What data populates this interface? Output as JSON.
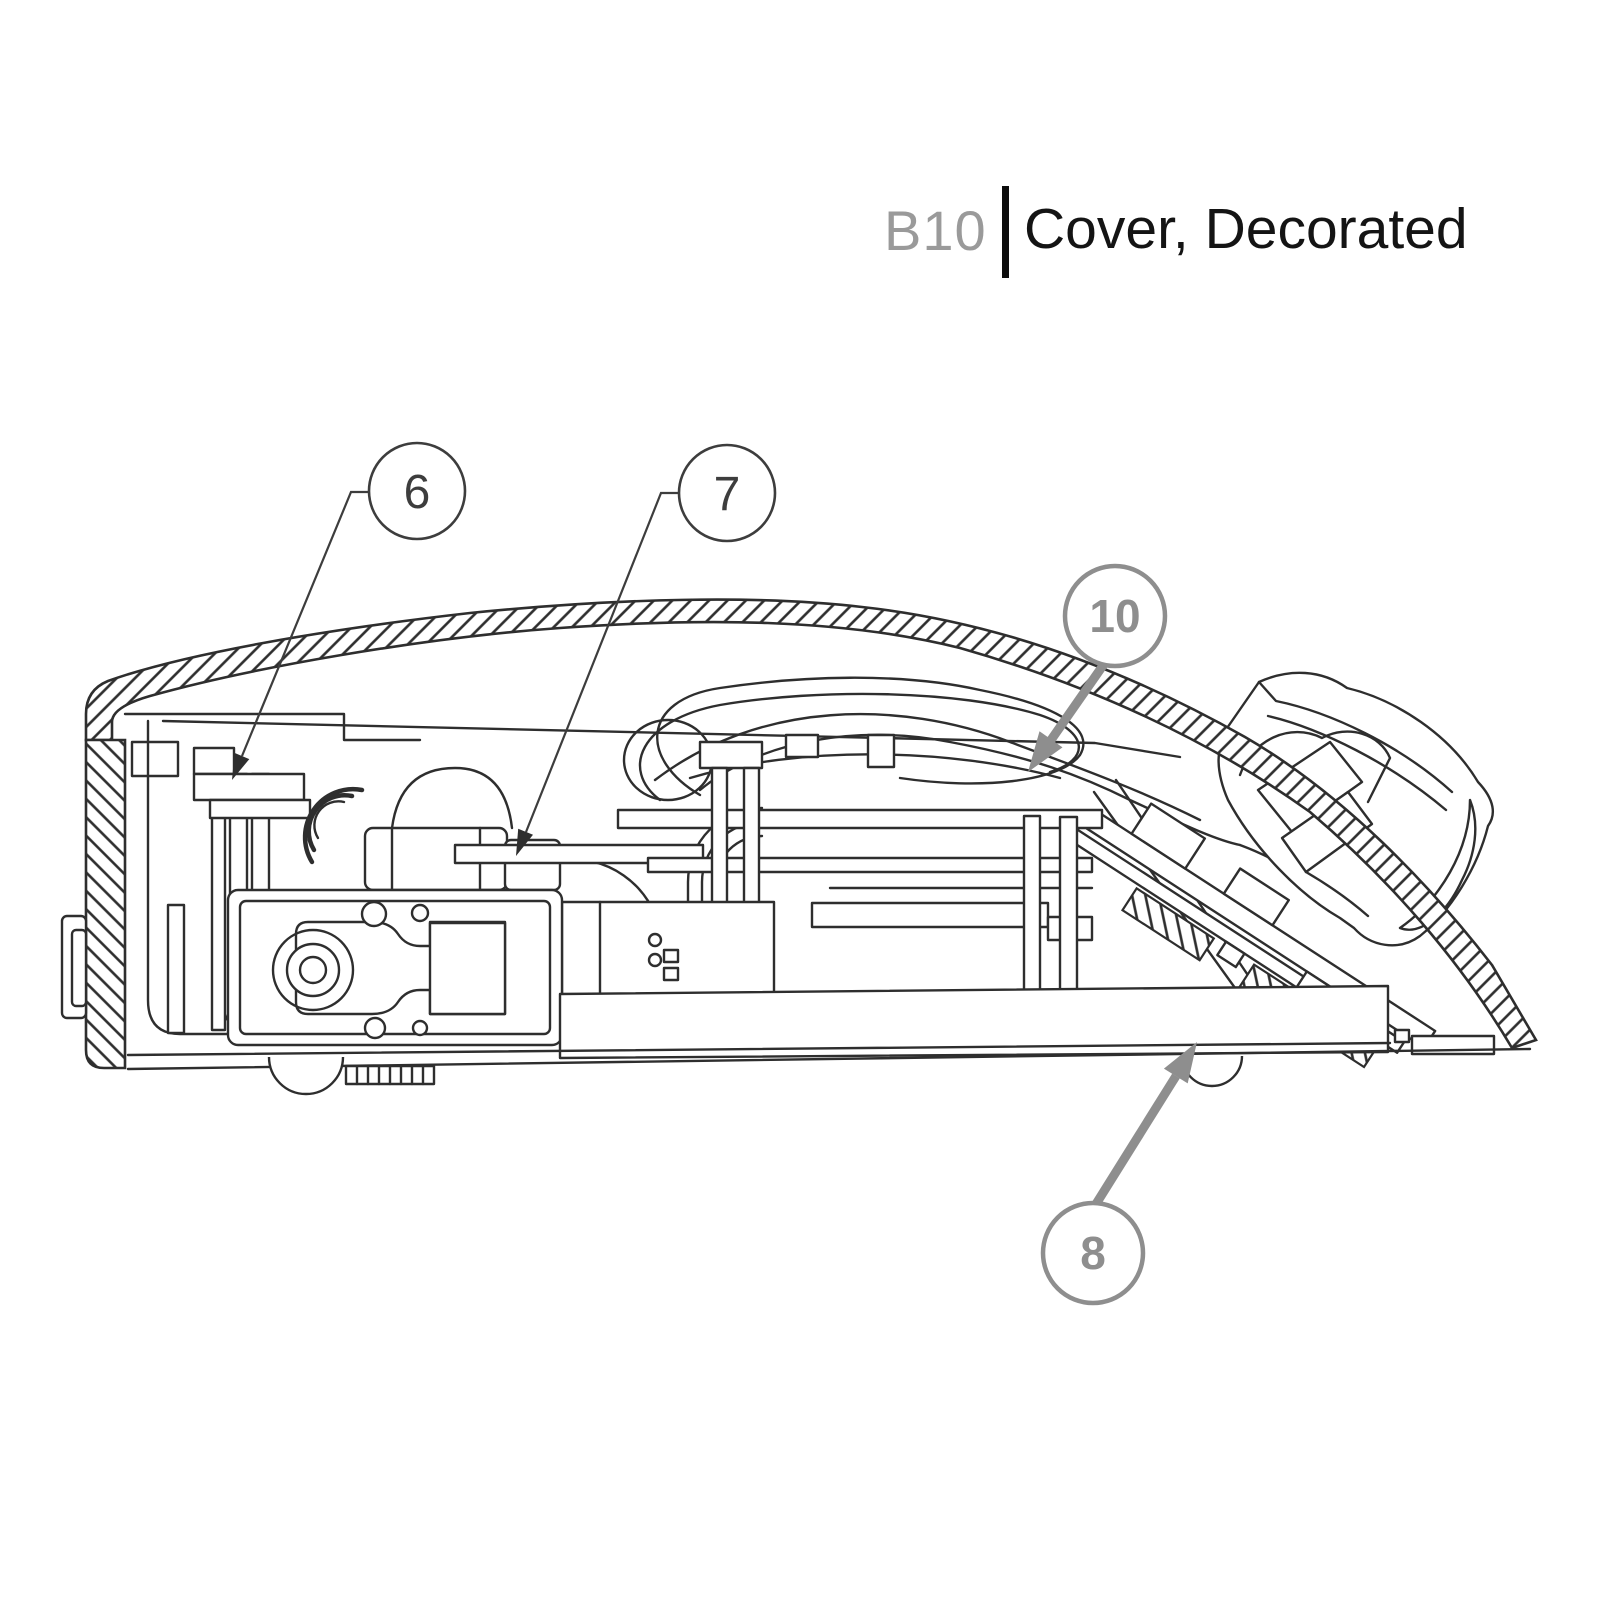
{
  "header": {
    "code": "B10",
    "title": "Cover, Decorated"
  },
  "callouts": [
    {
      "label": "6",
      "style": "outline-thin-black"
    },
    {
      "label": "7",
      "style": "outline-thin-black"
    },
    {
      "label": "10",
      "style": "outline-bold-gray"
    },
    {
      "label": "8",
      "style": "outline-bold-gray"
    }
  ],
  "colors": {
    "line": "#2e2e2e",
    "callout_gray": "#8e8e8e",
    "header_code_gray": "#9a9a9a",
    "title_black": "#141414",
    "background": "#ffffff"
  }
}
